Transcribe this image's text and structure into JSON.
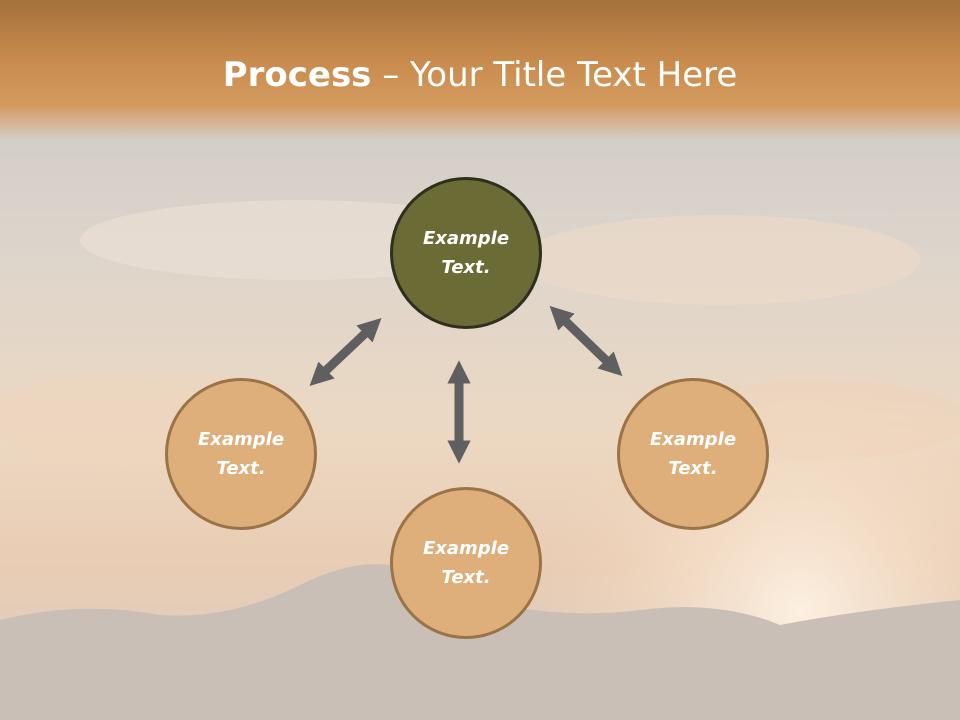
{
  "title": {
    "bold": "Process",
    "rest": " – Your Title Text Here"
  },
  "nodes": {
    "center": "Example Text.",
    "left": "Example Text.",
    "right": "Example Text.",
    "bottom": "Example Text."
  },
  "colors": {
    "center_fill": "#6a6b35",
    "outer_fill": "#deae7b",
    "arrow": "#5f5f5f",
    "header": "#c98c4e"
  }
}
